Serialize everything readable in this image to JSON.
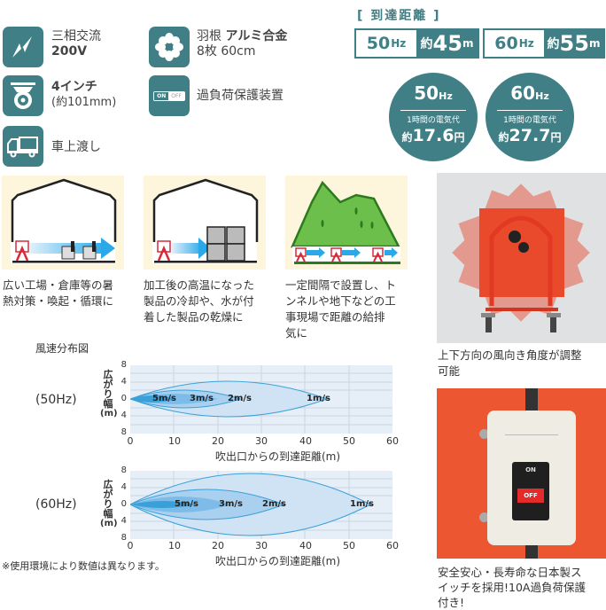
{
  "specs": [
    {
      "icon": "lightning-icon",
      "line1": "三相交流",
      "line2": "200V"
    },
    {
      "icon": "fan-blade-icon",
      "line1": "羽根",
      "line1_bold": "アルミ合金",
      "line2": "8枚 60cm"
    },
    {
      "icon": "caster-wheel-icon",
      "line1": "4インチ",
      "line2": "(約101mm)"
    },
    {
      "icon": "on-off-switch-icon",
      "line1": "過負荷保護装置",
      "switch_on": "ON",
      "switch_off": "OFF"
    },
    {
      "icon": "truck-icon",
      "line1": "車上渡し"
    }
  ],
  "reach": {
    "title": "[ 到達距離 ]",
    "items": [
      {
        "hz": "50",
        "hz_unit": "Hz",
        "prefix": "約",
        "value": "45",
        "unit": "m"
      },
      {
        "hz": "60",
        "hz_unit": "Hz",
        "prefix": "約",
        "value": "55",
        "unit": "m"
      }
    ]
  },
  "electricity": [
    {
      "hz": "50",
      "hz_unit": "Hz",
      "label": "1時間の電気代",
      "prefix": "約",
      "value": "17.6",
      "unit": "円"
    },
    {
      "hz": "60",
      "hz_unit": "Hz",
      "label": "1時間の電気代",
      "prefix": "約",
      "value": "27.7",
      "unit": "円"
    }
  ],
  "uses": [
    {
      "scene": "factory-scene",
      "caption_lines": [
        "広い工場・倉庫等の暑",
        "熱対策・喚起・循環に"
      ]
    },
    {
      "scene": "warehouse-cooling-scene",
      "caption_lines": [
        "加工後の高温になった",
        "製品の冷却や、水が付",
        "着した製品の乾燥に"
      ]
    },
    {
      "scene": "tunnel-scene",
      "caption_lines": [
        "一定間隔で設置し、ト",
        "ンネルや地下などの工",
        "事現場で距離の給排",
        "気に"
      ]
    }
  ],
  "photos": [
    {
      "name": "fan-angle-photo",
      "caption_lines": [
        "上下方向の風向き角度が調整",
        "可能"
      ]
    },
    {
      "name": "switch-photo",
      "switch_on": "ON",
      "switch_off": "OFF",
      "caption_lines": [
        "安全安心・長寿命な日本製ス",
        "イッチを採用!10A過負荷保護",
        "付き!"
      ]
    }
  ],
  "wind_chart": {
    "title": "風速分布図",
    "ylabel_chars": [
      "広",
      "が",
      "り",
      "幅",
      "(m)"
    ],
    "xlabel": "吹出口からの到達距離(m)",
    "y_ticks": [
      "8",
      "4",
      "0",
      "4",
      "8"
    ],
    "x_ticks": [
      "0",
      "10",
      "20",
      "30",
      "40",
      "50",
      "60"
    ],
    "note": "※使用環境により数値は異なります。",
    "panels": [
      {
        "label": "(50Hz)",
        "zones": [
          "5m/s",
          "3m/s",
          "2m/s",
          "1m/s"
        ]
      },
      {
        "label": "(60Hz)",
        "zones": [
          "5m/s",
          "3m/s",
          "2m/s",
          "1m/s"
        ]
      }
    ]
  },
  "chart_data": [
    {
      "type": "area",
      "title": "風速分布図 (50Hz)",
      "xlabel": "吹出口からの到達距離(m)",
      "ylabel": "広がり幅(m)",
      "xlim": [
        0,
        60
      ],
      "ylim": [
        -8,
        8
      ],
      "x_ticks": [
        0,
        10,
        20,
        30,
        40,
        50,
        60
      ],
      "y_ticks": [
        8,
        4,
        0,
        4,
        8
      ],
      "grid": true,
      "series": [
        {
          "name": "5m/s",
          "max_distance": 10,
          "max_half_width": 1
        },
        {
          "name": "3m/s",
          "max_distance": 20,
          "max_half_width": 1.5
        },
        {
          "name": "2m/s",
          "max_distance": 25,
          "max_half_width": 2
        },
        {
          "name": "1m/s",
          "max_distance": 45,
          "max_half_width": 4
        }
      ]
    },
    {
      "type": "area",
      "title": "風速分布図 (60Hz)",
      "xlabel": "吹出口からの到達距離(m)",
      "ylabel": "広がり幅(m)",
      "xlim": [
        0,
        60
      ],
      "ylim": [
        -8,
        8
      ],
      "x_ticks": [
        0,
        10,
        20,
        30,
        40,
        50,
        60
      ],
      "y_ticks": [
        8,
        4,
        0,
        4,
        8
      ],
      "grid": true,
      "series": [
        {
          "name": "5m/s",
          "max_distance": 15,
          "max_half_width": 1
        },
        {
          "name": "3m/s",
          "max_distance": 23,
          "max_half_width": 2
        },
        {
          "name": "2m/s",
          "max_distance": 35,
          "max_half_width": 3
        },
        {
          "name": "1m/s",
          "max_distance": 55,
          "max_half_width": 7
        }
      ]
    }
  ],
  "colors": {
    "teal": "#3f7f85",
    "scene_bg": "#fdf5dc",
    "plot_bg": "#e6eff8",
    "zone_blue": "#3aa0d8",
    "fan_red": "#e8442a",
    "mountain_green": "#5aa83a"
  }
}
